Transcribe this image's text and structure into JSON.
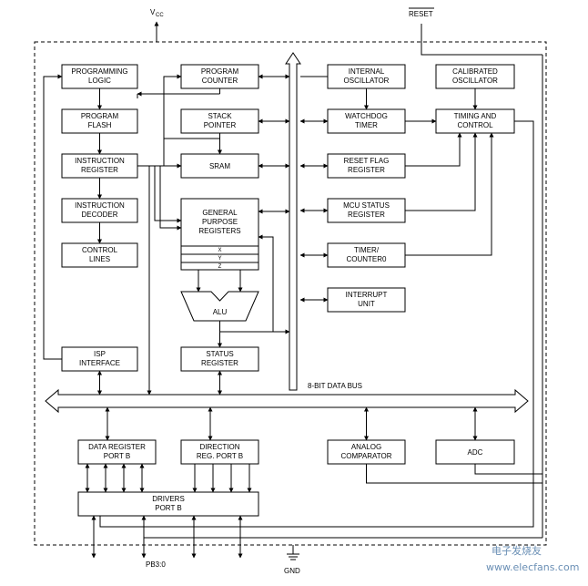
{
  "pins": {
    "vcc": "V",
    "vcc_sub": "CC",
    "reset": "RESET",
    "pb": "PB3:0",
    "gnd": "GND"
  },
  "bus_label": "8-BIT DATA BUS",
  "blocks": {
    "programming_logic": [
      "PROGRAMMING",
      "LOGIC"
    ],
    "program_flash": [
      "PROGRAM",
      "FLASH"
    ],
    "instruction_register": [
      "INSTRUCTION",
      "REGISTER"
    ],
    "instruction_decoder": [
      "INSTRUCTION",
      "DECODER"
    ],
    "control_lines": [
      "CONTROL",
      "LINES"
    ],
    "isp_interface": [
      "ISP",
      "INTERFACE"
    ],
    "program_counter": [
      "PROGRAM",
      "COUNTER"
    ],
    "stack_pointer": [
      "STACK",
      "POINTER"
    ],
    "sram": [
      "SRAM"
    ],
    "gp_registers": [
      "GENERAL",
      "PURPOSE",
      "REGISTERS"
    ],
    "xyz": [
      "X",
      "Y",
      "Z"
    ],
    "alu": [
      "ALU"
    ],
    "status_register": [
      "STATUS",
      "REGISTER"
    ],
    "internal_oscillator": [
      "INTERNAL",
      "OSCILLATOR"
    ],
    "calibrated_oscillator": [
      "CALIBRATED",
      "OSCILLATOR"
    ],
    "watchdog_timer": [
      "WATCHDOG",
      "TIMER"
    ],
    "timing_control": [
      "TIMING AND",
      "CONTROL"
    ],
    "reset_flag_register": [
      "RESET FLAG",
      "REGISTER"
    ],
    "mcu_status_register": [
      "MCU STATUS",
      "REGISTER"
    ],
    "timer_counter0": [
      "TIMER/",
      "COUNTER0"
    ],
    "interrupt_unit": [
      "INTERRUPT",
      "UNIT"
    ],
    "data_register_port_b": [
      "DATA REGISTER",
      "PORT B"
    ],
    "direction_reg_port_b": [
      "DIRECTION",
      "REG. PORT B"
    ],
    "drivers_port_b": [
      "DRIVERS",
      "PORT B"
    ],
    "analog_comparator": [
      "ANALOG",
      "COMPARATOR"
    ],
    "adc": [
      "ADC"
    ]
  },
  "watermark": {
    "brand": "电子发烧友",
    "url": "www.elecfans.com"
  }
}
